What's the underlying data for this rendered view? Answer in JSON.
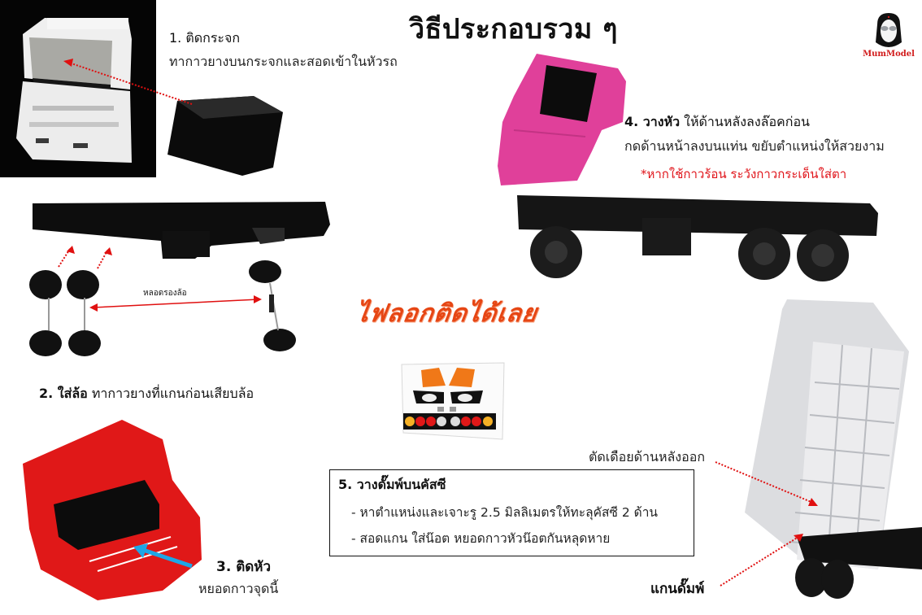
{
  "title": "วิธีประกอบรวม ๆ",
  "logo": {
    "icon": "portrait-sunglasses-icon",
    "label": "MumModel",
    "color": "#d11a1a"
  },
  "steps": {
    "step1": {
      "heading": "1. ติดกระจก",
      "body": "ทากาวยางบนกระจกและสอดเข้าในหัวรถ"
    },
    "step2": {
      "heading_bold": "2. ใส่ล้อ",
      "heading_rest": " ทากาวยางที่แกนก่อนเสียบล้อ",
      "part_label": "หลอดรองล้อ"
    },
    "step3": {
      "heading": "3. ติดหัว",
      "body": "หยอดกาวจุดนี้"
    },
    "step4": {
      "heading_bold": "4. วางหัว",
      "heading_rest": " ให้ด้านหลังลงล๊อคก่อน",
      "body": "กดด้านหน้าลงบนแท่น ขยับตำแหน่งให้สวยงาม",
      "warning": "*หากใช้กาวร้อน ระวังกาวกระเด็นใส่ตา"
    },
    "step5": {
      "heading": "5. วางดั๊มพ์บนคัสซี",
      "items": [
        "- หาตำแหน่งและเจาะรู 2.5 มิลลิเมตรให้ทะลุคัสซี 2 ด้าน",
        "- สอดแกน ใส่น๊อต หยอดกาวหัวน๊อตกันหลุดหาย"
      ],
      "callout_cut": "ตัดเดือยด้านหลังออก",
      "callout_axle": "แกนดั๊มพ์"
    }
  },
  "promo": {
    "text": "ไฟลอกติดได้เลย",
    "color": "#e64614"
  },
  "colors": {
    "arrow_red": "#e01010",
    "arrow_blue": "#1ea6e6",
    "cab_white": "#eeeeee",
    "cab_pink": "#e0409a",
    "cab_red": "#e01818",
    "chassis_black": "#1a1a1a",
    "dump_gray": "#dcdde0"
  }
}
